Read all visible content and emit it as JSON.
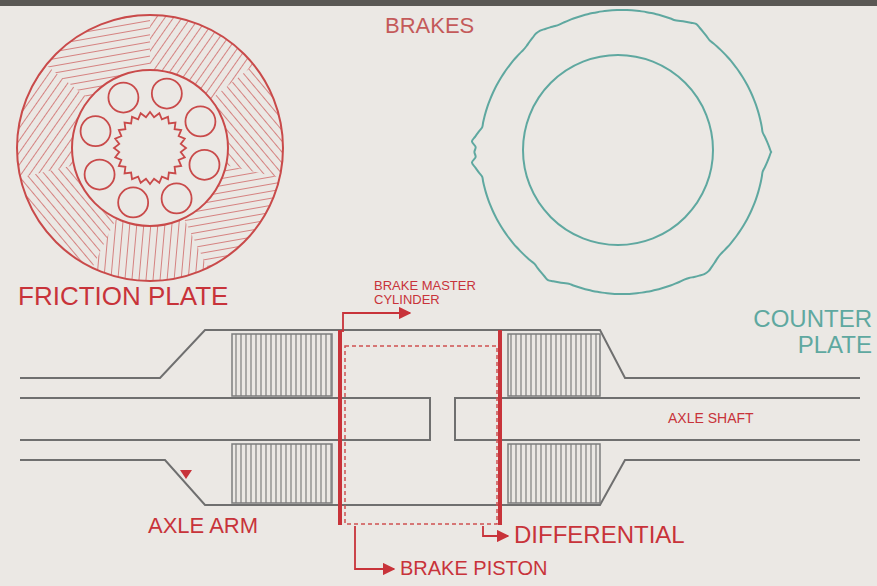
{
  "diagram": {
    "title": "BRAKES",
    "labels": [
      "FRICTION PLATE",
      "BRAKE MASTER CYLINDER",
      "COUNTER PLATE",
      "AXLE SHAFT",
      "AXLE ARM",
      "DIFFERENTIAL",
      "BRAKE PISTON"
    ]
  }
}
